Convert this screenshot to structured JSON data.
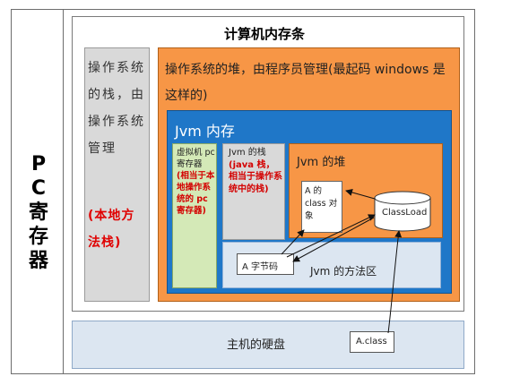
{
  "pc_register": {
    "chars": [
      "P",
      "C",
      "寄",
      "存",
      "器"
    ]
  },
  "computer_memory": {
    "title": "计算机内存条"
  },
  "os_stack": {
    "text": "操作系统的栈，由操作系统管理",
    "note": "(本地方法栈)"
  },
  "os_heap": {
    "text": "操作系统的堆，由程序员管理(最起码 windows 是这样的)"
  },
  "jvm_memory": {
    "title": "Jvm 内存"
  },
  "pc_counter": {
    "text": "虚拟机 pc 寄存器",
    "note": "(相当于本地操作系统的 pc 寄存器)"
  },
  "jvm_stack": {
    "text": "Jvm 的栈",
    "note": "(java 栈，相当于操作系统中的栈)"
  },
  "jvm_heap": {
    "title": "Jvm 的堆"
  },
  "object_a": {
    "text": "A 的 class 对象"
  },
  "classload": {
    "label": "ClassLoad"
  },
  "method_area": {
    "title": "Jvm 的方法区"
  },
  "bytecode": {
    "label": "A 字节码"
  },
  "host_disk": {
    "label": "主机的硬盘"
  },
  "class_file": {
    "label": "A.class"
  }
}
